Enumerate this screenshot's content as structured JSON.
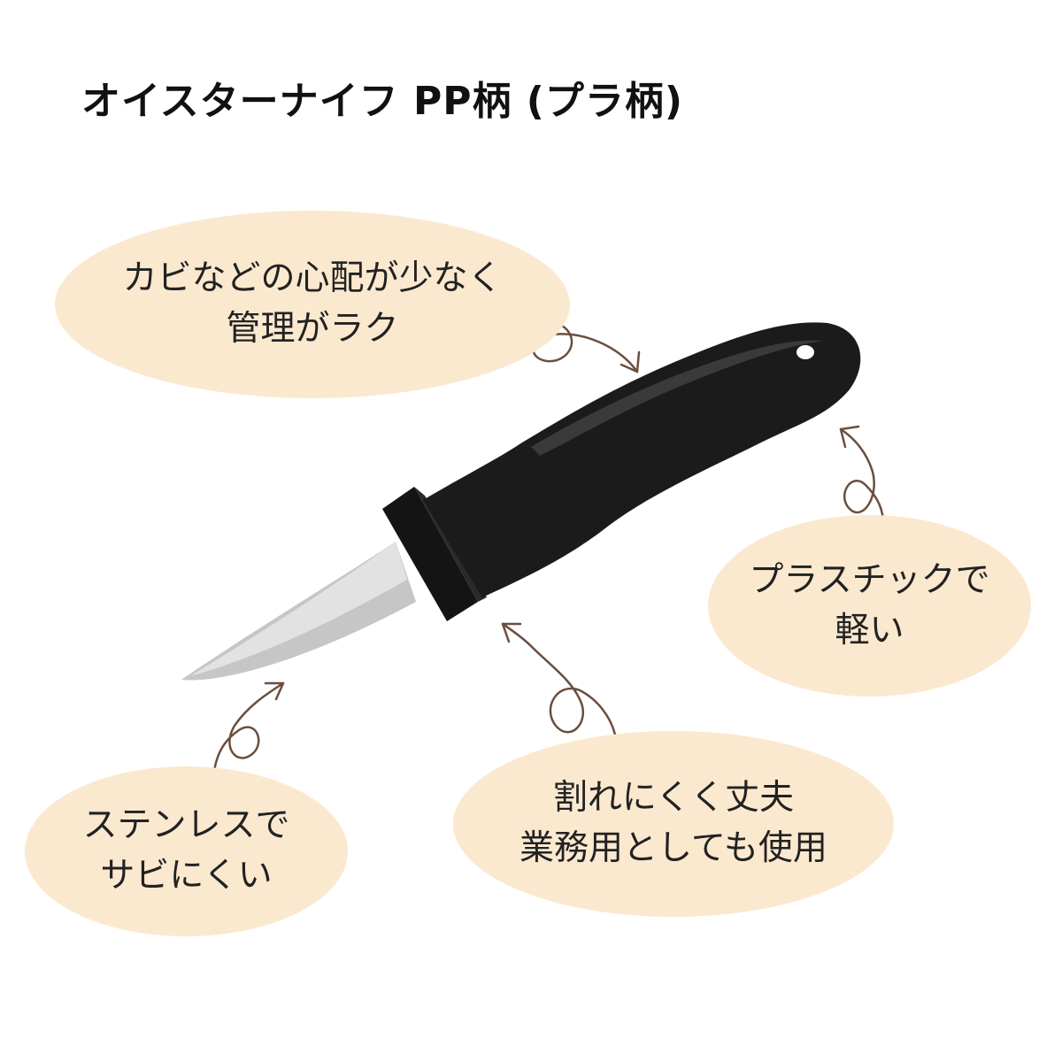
{
  "title": "オイスターナイフ PP柄 (プラ柄)",
  "colors": {
    "bubble_fill": "#fbe9cf",
    "arrow": "#6b4e3d",
    "handle": "#1c1c1c",
    "blade": "#c9c9c9"
  },
  "features": {
    "mold": {
      "line1": "カビなどの心配が少なく",
      "line2": "管理がラク"
    },
    "light": {
      "line1": "プラスチックで",
      "line2": "軽い"
    },
    "rust": {
      "line1": "ステンレスで",
      "line2": "サビにくい"
    },
    "durable": {
      "line1": "割れにくく丈夫",
      "line2": "業務用としても使用"
    }
  },
  "illustration": {
    "subject": "oyster-knife",
    "arrow_icon": "curly-arrow-icon"
  }
}
